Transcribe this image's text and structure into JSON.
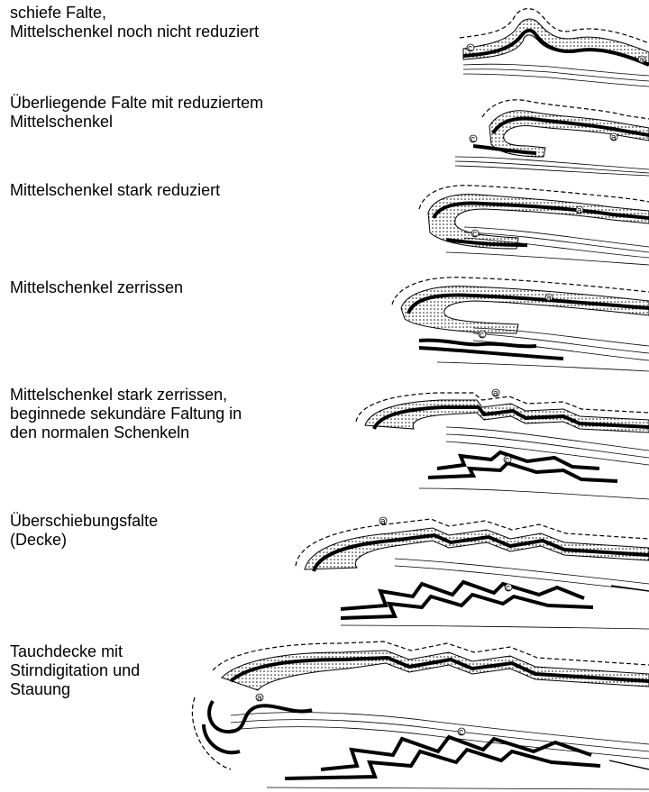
{
  "stages": [
    {
      "lines": [
        "schiefe Falte,",
        "Mittelschenkel noch nicht reduziert"
      ],
      "marks": [
        "c",
        "a"
      ]
    },
    {
      "lines": [
        "Überliegende Falte mit reduziertem",
        "Mittelschenkel"
      ],
      "marks": [
        "c",
        "a"
      ]
    },
    {
      "lines": [
        "Mittelschenkel stark reduziert"
      ],
      "marks": [
        "c",
        "a"
      ]
    },
    {
      "lines": [
        "Mittelschenkel zerrissen"
      ],
      "marks": [
        "c",
        "a"
      ]
    },
    {
      "lines": [
        "Mittelschenkel stark zerrissen,",
        "beginnede sekundäre Faltung in",
        "den normalen Schenkeln"
      ],
      "marks": [
        "c",
        "a"
      ]
    },
    {
      "lines": [
        "Überschiebungsfalte",
        "(Decke)"
      ],
      "marks": [
        "c",
        "a"
      ]
    },
    {
      "lines": [
        "Tauchdecke mit",
        "Stirndigitation und",
        "Stauung"
      ],
      "marks": [
        "c",
        "a"
      ]
    }
  ]
}
